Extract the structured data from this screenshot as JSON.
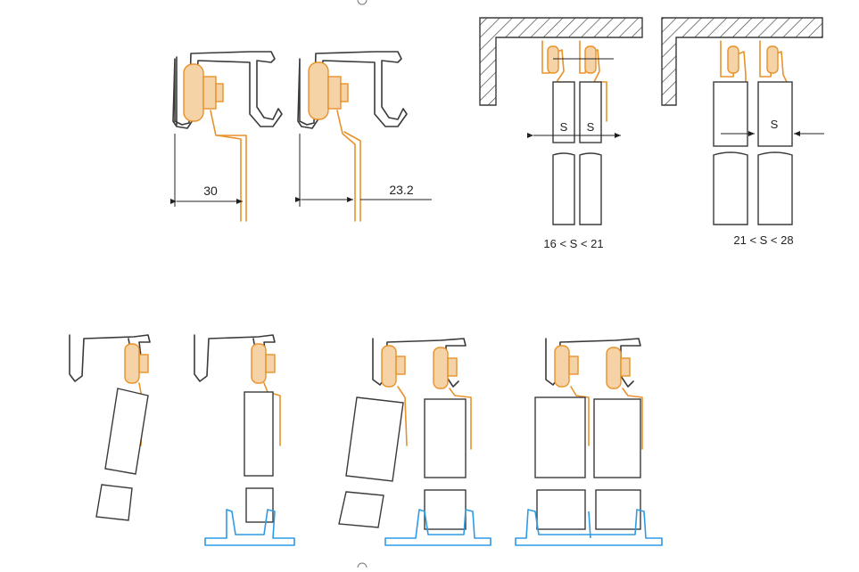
{
  "figure": {
    "dimensions": {
      "left": "30",
      "right": "23.2"
    },
    "spacing": {
      "label_s": "S",
      "range_narrow": "16 < S < 21",
      "range_wide": "21 < S < 28"
    }
  },
  "colors": {
    "rail": "#3a3a3a",
    "hardware": "#e8922a",
    "floor_guide": "#2e9be6"
  }
}
